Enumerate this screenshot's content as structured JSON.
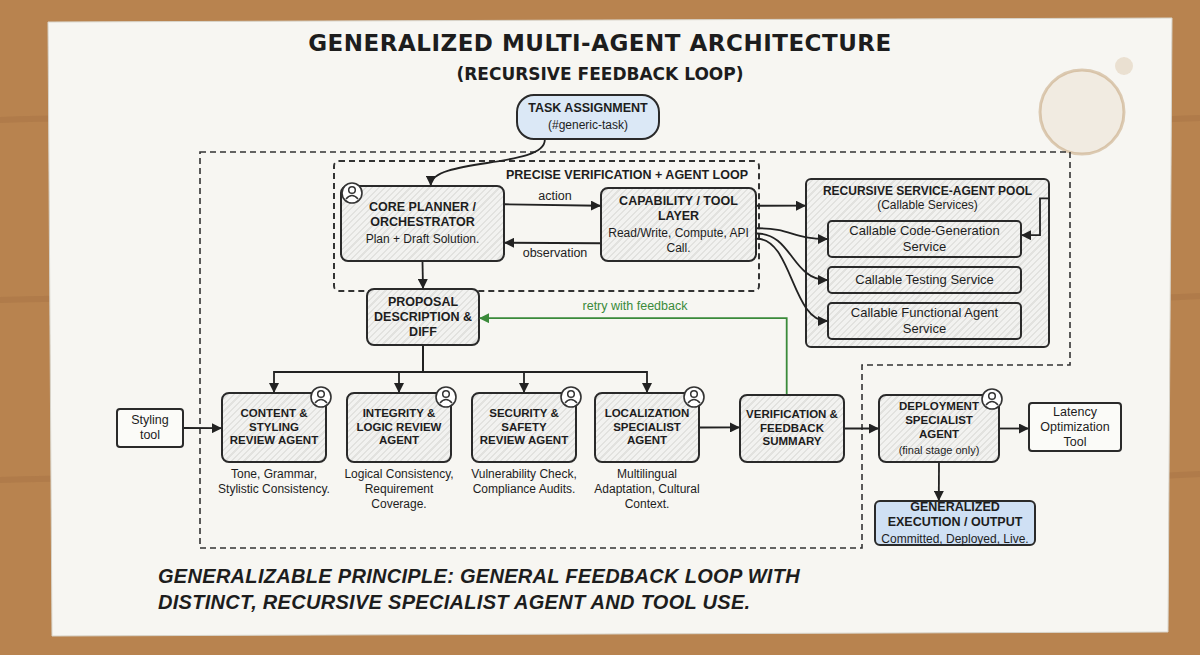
{
  "diagram": {
    "title": "GENERALIZED MULTI-AGENT ARCHITECTURE",
    "caption": "GENERALIZABLE PRINCIPLE: GENERAL FEEDBACK LOOP WITH DISTINCT, RECURSIVE SPECIALIST AGENT AND TOOL USE.",
    "nodes": [
      {
        "text": [
          "TASK ASSIGNMENT",
          "(#generic-task)"
        ]
      },
      {
        "text": [
          "PRECISE VERIFICATION + AGENT LOOP"
        ]
      },
      {
        "text": [
          "CORE PLANNER / ORCHESTRATOR",
          "Plan + Draft Solution."
        ],
        "in": 1
      },
      {
        "text": [
          "CAPABILITY / TOOL LAYER",
          "Read/Write, Compute, API Call."
        ],
        "in": 1
      },
      {
        "text": [
          "RECURSIVE SERVICE-AGENT POOL",
          "(Callable Services)"
        ]
      },
      {
        "text": [
          "Callable Code-Generation Service"
        ],
        "in": 4
      },
      {
        "text": [
          "Callable Testing Service"
        ],
        "in": 4
      },
      {
        "text": [
          "Callable Functional Agent Service"
        ],
        "in": 4
      },
      {
        "text": [
          "PROPOSAL DESCRIPTION & DIFF"
        ]
      },
      {
        "text": [
          "Styling tool"
        ]
      },
      {
        "text": [
          "CONTENT & STYLING REVIEW AGENT",
          "Tone, Grammar, Stylistic Consistency."
        ]
      },
      {
        "text": [
          "INTEGRITY & LOGIC REVIEW AGENT",
          "Logical Consistency, Requirement Coverage."
        ]
      },
      {
        "text": [
          "SECURITY & SAFETY REVIEW AGENT",
          "Vulnerability Check, Compliance Audits."
        ]
      },
      {
        "text": [
          "LOCALIZATION SPECIALIST AGENT",
          "Multilingual Adaptation, Cultural Context."
        ]
      },
      {
        "text": [
          "VERIFICATION & FEEDBACK SUMMARY"
        ]
      },
      {
        "text": [
          "DEPLOYMENT SPECIALIST AGENT",
          "(final stage only)"
        ]
      },
      {
        "text": [
          "Latency Optimization Tool"
        ]
      },
      {
        "text": [
          "GENERALIZED EXECUTION / OUTPUT",
          "Committed, Deployed, Live."
        ]
      }
    ],
    "edges": [
      {
        "from": 0,
        "to": 2,
        "arrow": "to"
      },
      {
        "from": 2,
        "to": 3,
        "label": "action",
        "arrow": "to"
      },
      {
        "from": 3,
        "to": 2,
        "label": "observation",
        "arrow": "to"
      },
      {
        "from": 3,
        "to": 4,
        "arrow": "to"
      },
      {
        "from": 3,
        "to": 5,
        "arrow": "to"
      },
      {
        "from": 3,
        "to": 6,
        "arrow": "to"
      },
      {
        "from": 3,
        "to": 7,
        "arrow": "to"
      },
      {
        "from": 4,
        "to": 5,
        "arrow": "to"
      },
      {
        "from": 2,
        "to": 8,
        "arrow": "to"
      },
      {
        "from": 8,
        "to": 10,
        "arrow": "to"
      },
      {
        "from": 8,
        "to": 11,
        "arrow": "to"
      },
      {
        "from": 8,
        "to": 12,
        "arrow": "to"
      },
      {
        "from": 8,
        "to": 13,
        "arrow": "to"
      },
      {
        "from": 9,
        "to": 10,
        "arrow": "to"
      },
      {
        "from": 13,
        "to": 14,
        "arrow": "to"
      },
      {
        "from": 14,
        "to": 8,
        "label": "retry with feedback",
        "arrow": "to"
      },
      {
        "from": 14,
        "to": 15,
        "arrow": "to"
      },
      {
        "from": 15,
        "to": 16,
        "arrow": "to"
      },
      {
        "from": 15,
        "to": 17,
        "arrow": "to"
      }
    ],
    "labels": [
      "(RECURSIVE FEEDBACK LOOP)"
    ]
  }
}
